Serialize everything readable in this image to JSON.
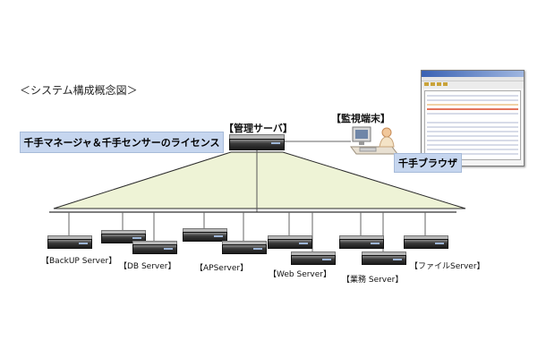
{
  "diagram": {
    "title": "＜システム構成概念図＞",
    "management_server_label": "【管理サーバ】",
    "monitor_terminal_label": "【監視端末】",
    "license_label": "千手マネージャ＆千手センサーのライセンス",
    "browser_label": "千手ブラウザ",
    "servers": {
      "backup": "【BackUP Server】",
      "db": "【DB Server】",
      "ap": "【APServer】",
      "web": "【Web Server】",
      "gyomu": "【業務 Server】",
      "file": "【ファイルServer】"
    },
    "colors": {
      "trapezoid_fill": "#eef3d6",
      "trapezoid_stroke": "#2b2b2b",
      "license_box": "#c6d6ef",
      "browser_box": "#c6d6ef"
    }
  }
}
